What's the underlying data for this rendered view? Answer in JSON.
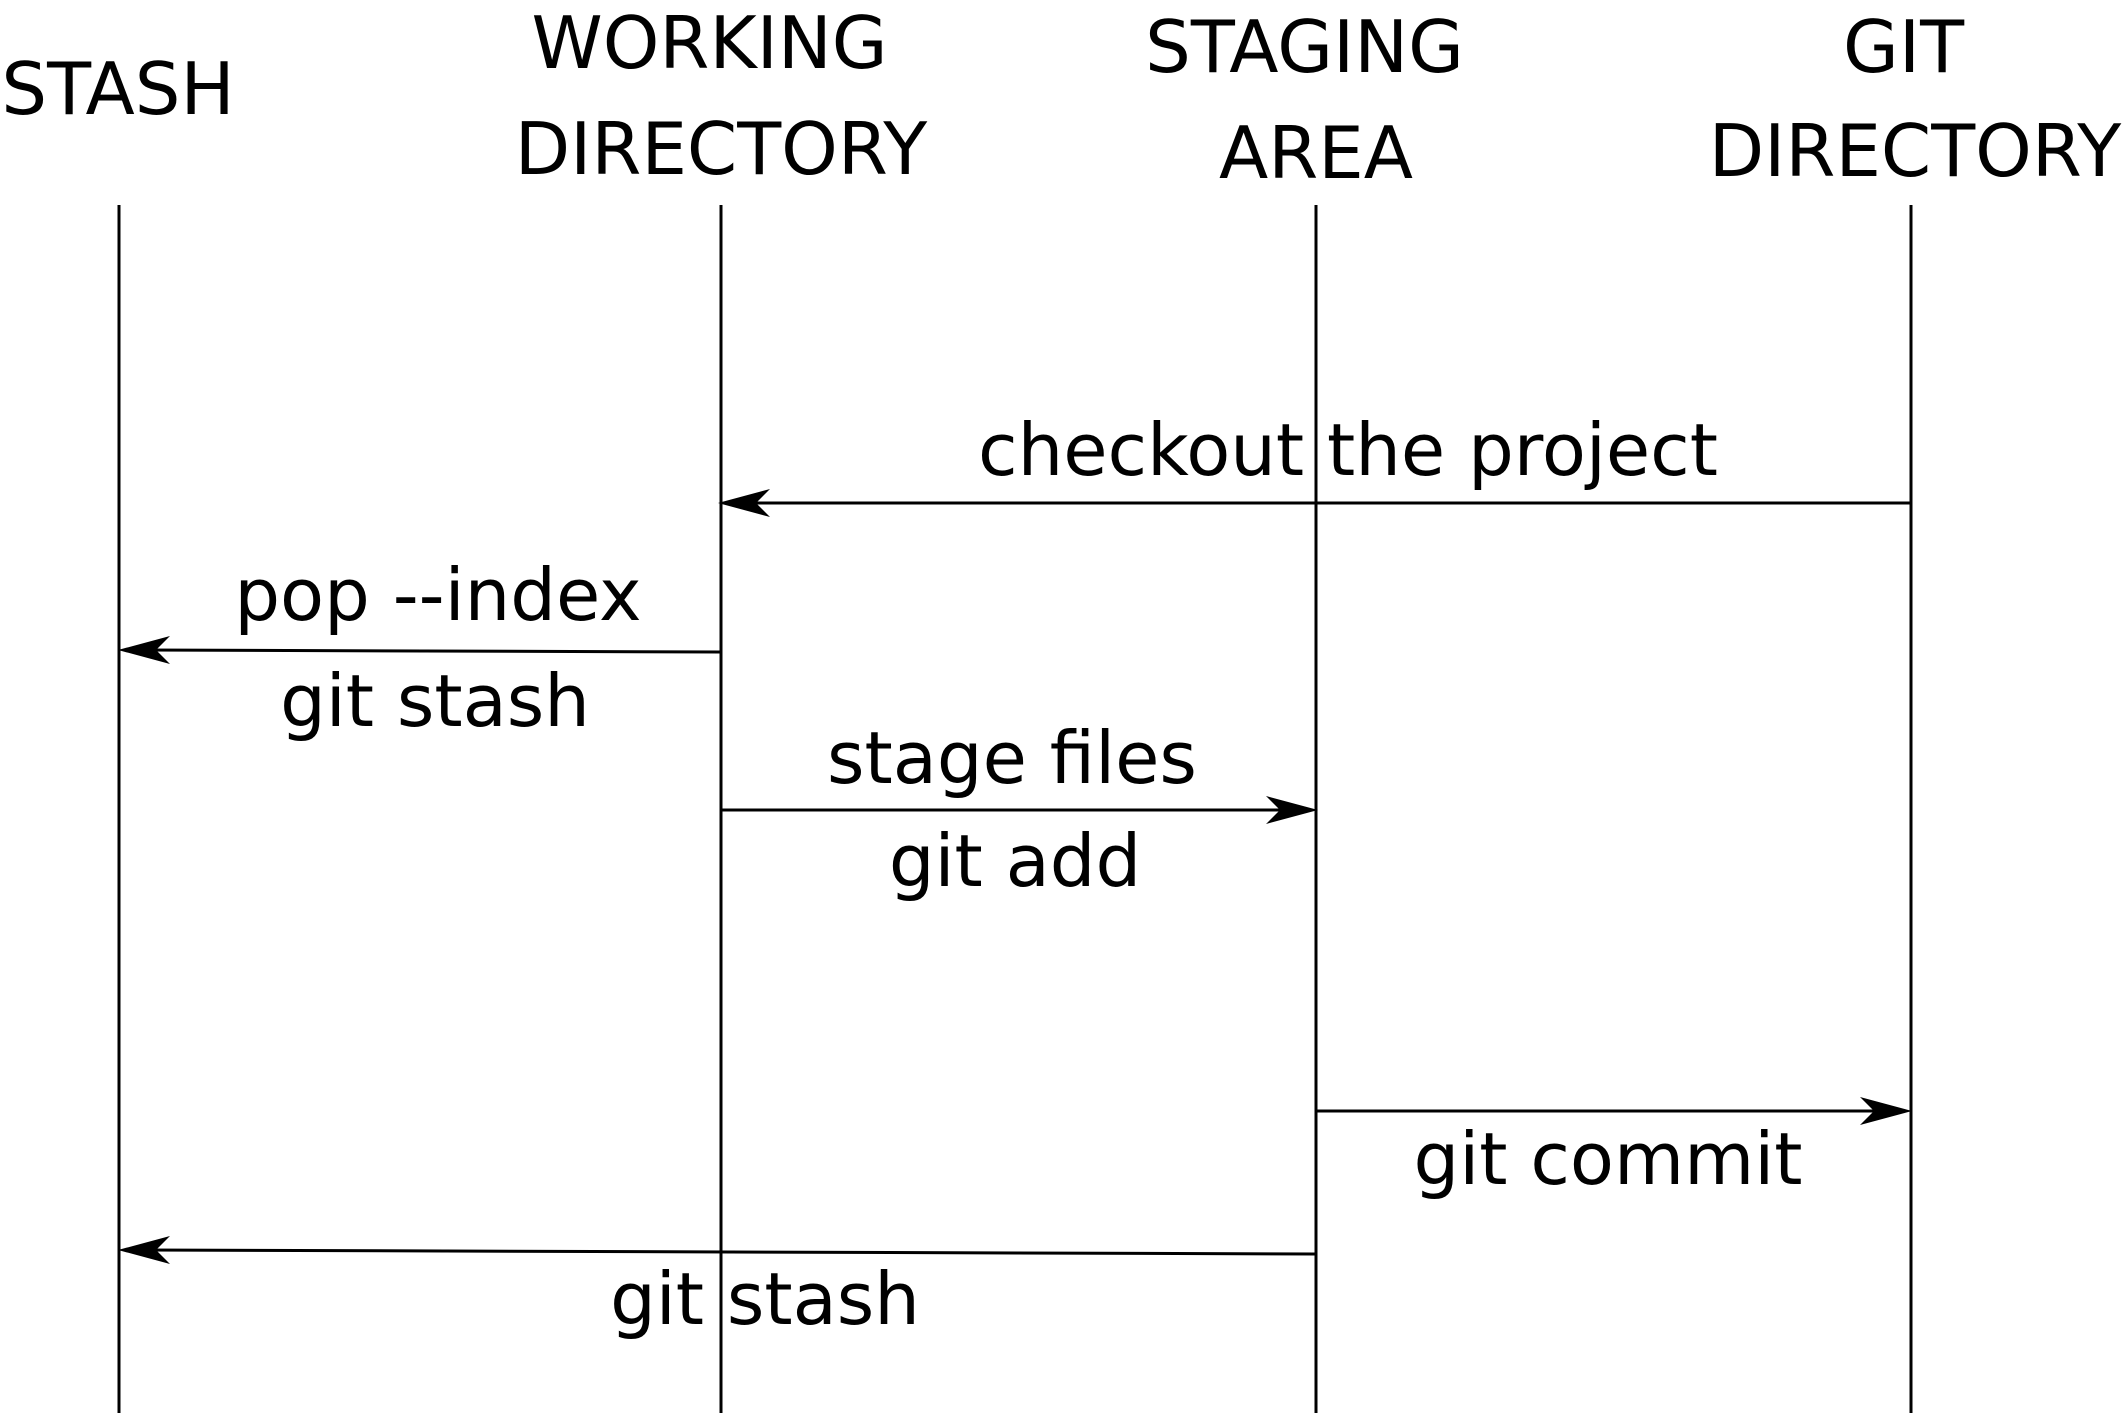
{
  "colors": {
    "background": "#ffffff",
    "ink": "#000000"
  },
  "lanes": [
    {
      "id": "stash",
      "lines": [
        "STASH"
      ]
    },
    {
      "id": "working-directory",
      "lines": [
        "WORKING",
        "DIRECTORY"
      ]
    },
    {
      "id": "staging-area",
      "lines": [
        "STAGING",
        "AREA"
      ]
    },
    {
      "id": "git-directory",
      "lines": [
        "GIT",
        "DIRECTORY"
      ]
    }
  ],
  "messages": [
    {
      "id": "checkout",
      "from": "git-directory",
      "to": "working-directory",
      "label_above": "checkout the project",
      "label_below": ""
    },
    {
      "id": "stash-pop",
      "from": "working-directory",
      "to": "stash",
      "label_above": "pop --index",
      "label_below": "git stash"
    },
    {
      "id": "stage",
      "from": "working-directory",
      "to": "staging-area",
      "label_above": "stage files",
      "label_below": "git add"
    },
    {
      "id": "commit",
      "from": "staging-area",
      "to": "git-directory",
      "label_above": "",
      "label_below": "git commit"
    },
    {
      "id": "stash-staged",
      "from": "staging-area",
      "to": "stash",
      "label_above": "",
      "label_below": "git stash"
    }
  ]
}
